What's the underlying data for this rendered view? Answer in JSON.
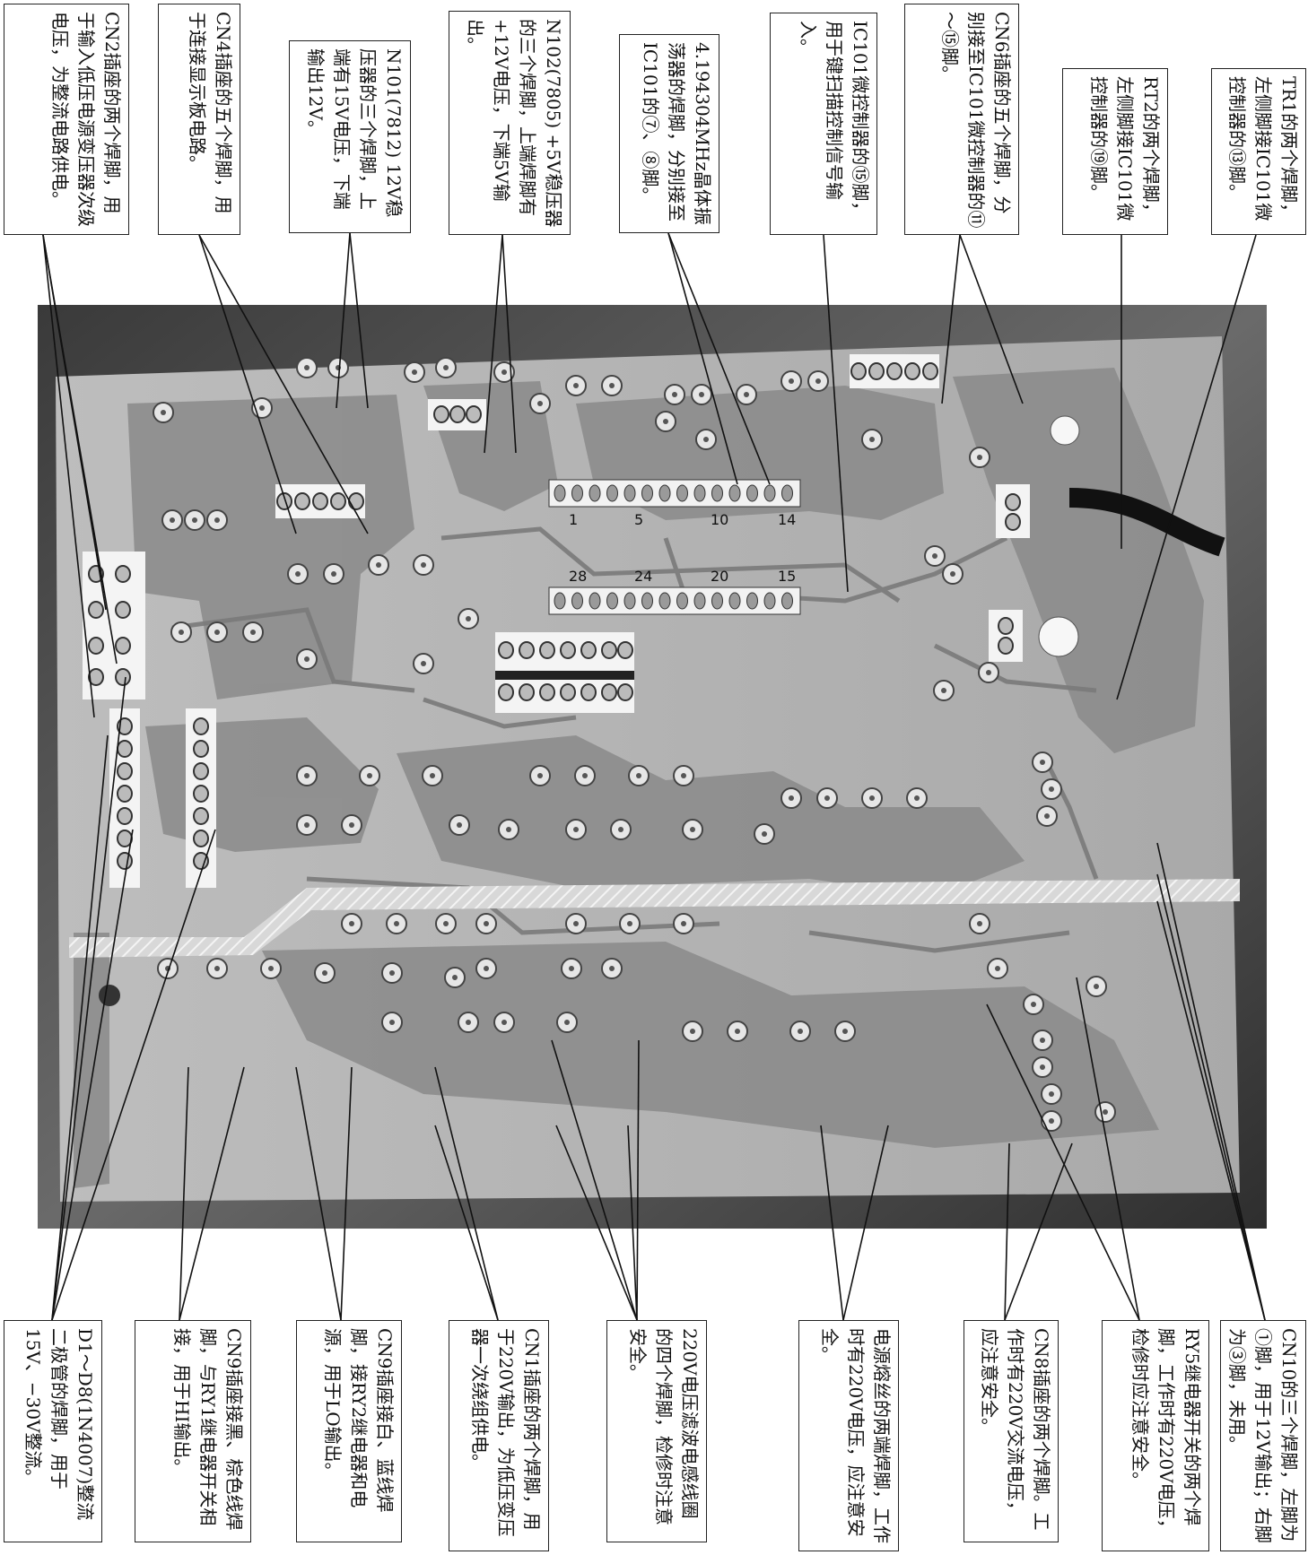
{
  "top_callouts": [
    {
      "id": "cn2",
      "text": "CN2插座的两个焊脚，用于输入低压电源变压器次级电压，为整流电路供电。"
    },
    {
      "id": "cn4",
      "text": "CN4插座的五个焊脚，用于连接显示板电路。"
    },
    {
      "id": "n101",
      "text": "N101(7812) 12V稳压器的三个焊脚，上端有15V电压，下端输出12V。"
    },
    {
      "id": "n102",
      "text": "N102(7805) +5V稳压器的三个焊脚，上端焊脚有+12V电压，下端5V输出。"
    },
    {
      "id": "crystal",
      "text": "4.194304MHz晶体振荡器的焊脚，分别接至IC101的⑦、⑧脚。"
    },
    {
      "id": "ic101",
      "text": "IC101微控制器的⑮脚，用于键扫描控制信号输入。"
    },
    {
      "id": "cn6",
      "text": "CN6插座的五个焊脚，分别接至IC101微控制器的⑪～⑮脚。"
    },
    {
      "id": "rt2",
      "text": "RT2的两个焊脚，左侧脚接IC101微控制器的⑲脚。"
    },
    {
      "id": "tr1",
      "text": "TR1的两个焊脚，左侧脚接IC101微控制器的⑬脚。"
    }
  ],
  "bottom_callouts": [
    {
      "id": "diodes",
      "text": "D1～D8(1N4007)整流二极管的焊脚，用于15V、−30V整流。"
    },
    {
      "id": "cn9a",
      "text": "CN9插座接黑、棕色线焊脚，与RY1继电器开关相接，用于HI输出。"
    },
    {
      "id": "cn9b",
      "text": "CN9插座接白、蓝线焊脚，接RY2继电器和电源，用于LO输出。"
    },
    {
      "id": "cn1",
      "text": "CN1插座的两个焊脚，用于220V输出，为低压变压器一次绕组供电。"
    },
    {
      "id": "filter",
      "text": "220V电压滤波电感线圈的四个焊脚，检修时注意安全。"
    },
    {
      "id": "fuse",
      "text": "电源熔丝的两端焊脚，工作时有220V电压，应注意安全。"
    },
    {
      "id": "cn8",
      "text": "CN8插座的两个焊脚。工作时有220V交流电压，应注意安全。"
    },
    {
      "id": "ry5",
      "text": "RY5继电器开关的两个焊脚，工作时有220V电压，检修时应注意安全。"
    },
    {
      "id": "cn10",
      "text": "CN10的三个焊脚，左脚为①脚，用于12V输出；右脚为③脚，未用。"
    }
  ],
  "ic_pin_labels": [
    "1",
    "5",
    "10",
    "14",
    "15",
    "20",
    "24",
    "28"
  ]
}
